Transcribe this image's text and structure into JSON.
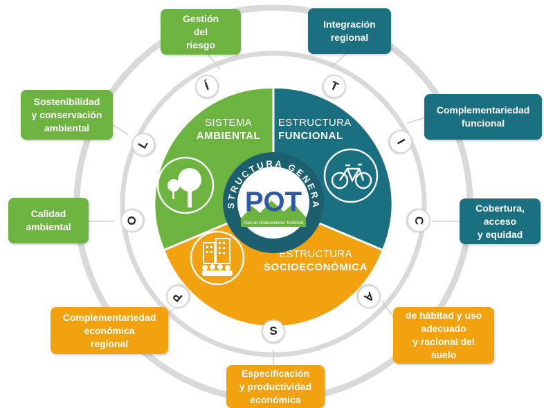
{
  "center": {
    "arc_text": "ESTRUCTURA GENERAL",
    "logo_text": "POT",
    "logo_subtitle": "Plan de Ordenamiento Territorial"
  },
  "segments": {
    "ambiental": {
      "line1": "SISTEMA",
      "line2": "AMBIENTAL",
      "color": "#6db33f",
      "icon": "tree-icon"
    },
    "funcional": {
      "line1": "ESTRUCTURA",
      "line2": "FUNCIONAL",
      "color": "#1a6f80",
      "icon": "bicycle-icon"
    },
    "socioeconomica": {
      "line1": "ESTRUCTURA",
      "line2": "SOCIOECONÓMICA",
      "color": "#f2a10f",
      "icon": "buildings-people-icon"
    }
  },
  "ring_letters": [
    "P",
    "O",
    "L",
    "Í",
    "T",
    "I",
    "C",
    "A",
    "S"
  ],
  "boxes": {
    "gestion_riesgo": "Gestión\ndel\nriesgo",
    "integracion_regional": "Integración\nregional",
    "complementariedad_funcional": "Complementariedad\nfuncional",
    "cobertura": "Cobertura,\nacceso\ny equidad",
    "habitat": "de hábitad y uso\nadecuado\ny racional del\nsuelo",
    "especificacion": "Especificación\ny productividad\neconómica",
    "complementariedad_economica": "Complementariedad\neconómica\nregional",
    "calidad_ambiental": "Calidad\nambiental",
    "sostenibilidad": "Sostenibilidad\ny conservación\nambiental"
  },
  "colors": {
    "green": "#6db33f",
    "teal": "#1a6f80",
    "orange": "#f2a10f",
    "ring": "#d9d9d9",
    "center_border": "#1c5f6e"
  }
}
